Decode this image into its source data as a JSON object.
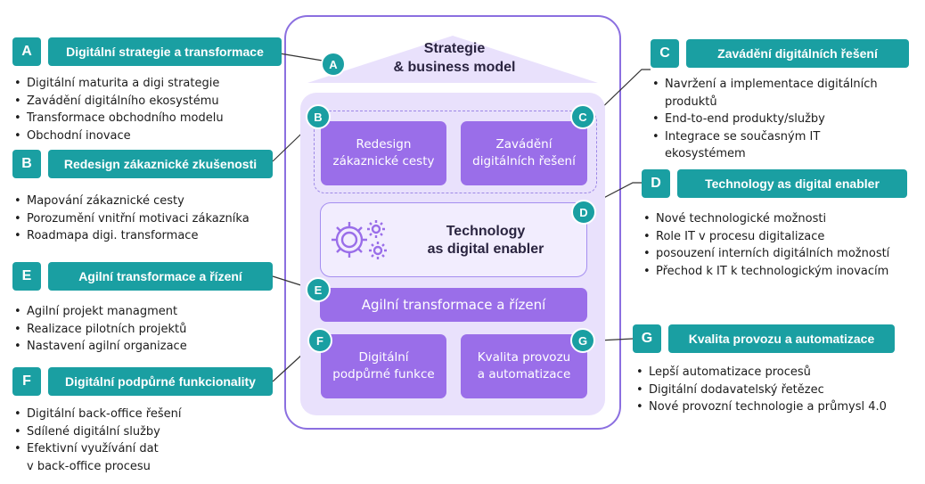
{
  "house": {
    "roof_title_line1": "Strategie",
    "roof_title_line2": "& business model",
    "tech_title_line1": "Technology",
    "tech_title_line2": "as digital enabler",
    "boxes": {
      "redesign": [
        "Redesign",
        "zákaznické cesty"
      ],
      "zavadeni": [
        "Zavádění",
        "digitálních řešení"
      ],
      "agilni": "Agilní transformace a řízení",
      "podpurne": [
        "Digitální",
        "podpůrné funkce"
      ],
      "kvalita": [
        "Kvalita provozu",
        "a automatizace"
      ]
    },
    "markers": {
      "a": "A",
      "b": "B",
      "c": "C",
      "d": "D",
      "e": "E",
      "f": "F",
      "g": "G"
    }
  },
  "callouts": {
    "a": {
      "letter": "A",
      "title": "Digitální strategie a transformace",
      "bullets": [
        "Digitální maturita a digi strategie",
        "Zavádění digitálního ekosystému",
        "Transformace obchodního modelu",
        "Obchodní inovace"
      ]
    },
    "b": {
      "letter": "B",
      "title": "Redesign zákaznické zkušenosti",
      "bullets": [
        "Mapování zákaznické cesty",
        "Porozumění vnitřní motivaci zákazníka",
        "Roadmapa digi. transformace"
      ]
    },
    "e": {
      "letter": "E",
      "title": "Agilní transformace a řízení",
      "bullets": [
        "Agilní projekt managment",
        "Realizace pilotních projektů",
        "Nastavení agilní organizace"
      ]
    },
    "f": {
      "letter": "F",
      "title": "Digitální podpůrné funkcionality",
      "bullets": [
        "Digitální back-office řešení",
        "Sdílené digitální služby",
        "Efektivní využívání dat",
        "v back-office procesu"
      ]
    },
    "c": {
      "letter": "C",
      "title": "Zavádění digitálních řešení",
      "bullets": [
        "Navržení a implementace digitálních",
        "produktů",
        "End-to-end produkty/služby",
        "Integrace se současným IT",
        "ekosystémem"
      ]
    },
    "d": {
      "letter": "D",
      "title": "Technology as digital enabler",
      "bullets": [
        "Nové technologické možnosti",
        "Role IT v procesu digitalizace",
        "posouzení interních digitálních možností",
        "Přechod k IT k technologickým inovacím"
      ]
    },
    "g": {
      "letter": "G",
      "title": "Kvalita provozu a automatizace",
      "bullets": [
        "Lepší automatizace procesů",
        "Digitální dodavatelský řetězec",
        "Nové provozní technologie a průmysl 4.0"
      ]
    }
  },
  "colors": {
    "teal": "#1a9fa2",
    "purple": "#9a6ee9",
    "lavender": "#e9e1fc",
    "outline": "#8b6fe0"
  },
  "icons": {
    "tech": "gears-icon"
  }
}
